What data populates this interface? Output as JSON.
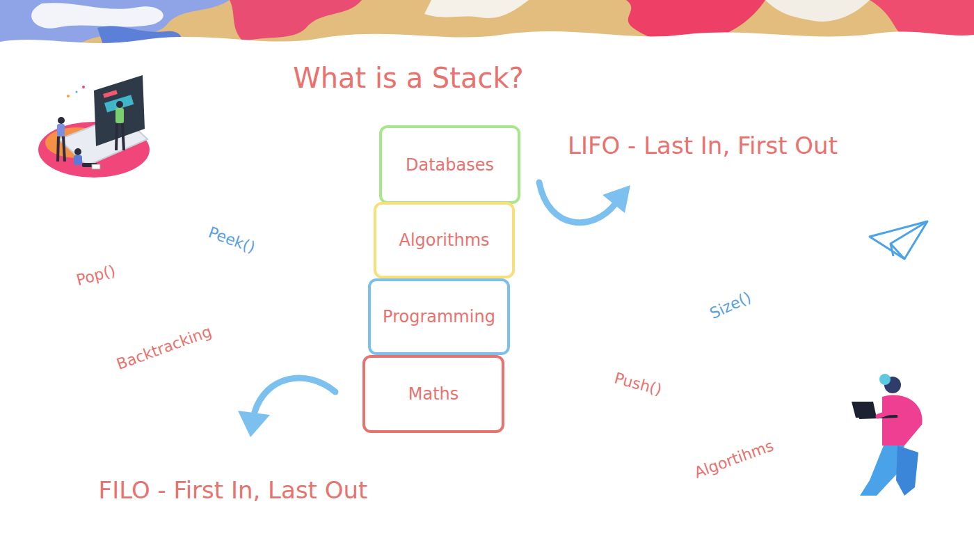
{
  "diagram": {
    "title": "What is a Stack?",
    "nodes": [
      {
        "text": [
          "Databases"
        ]
      },
      {
        "text": [
          "Algorithms"
        ]
      },
      {
        "text": [
          "Programming"
        ]
      },
      {
        "text": [
          "Maths"
        ]
      }
    ],
    "labels": [
      "LIFO - Last In, First Out",
      "Peek()",
      "Pop()",
      "Size()",
      "Backtracking",
      "Push()",
      "FILO - First In, Last Out",
      "Algortihms"
    ]
  }
}
